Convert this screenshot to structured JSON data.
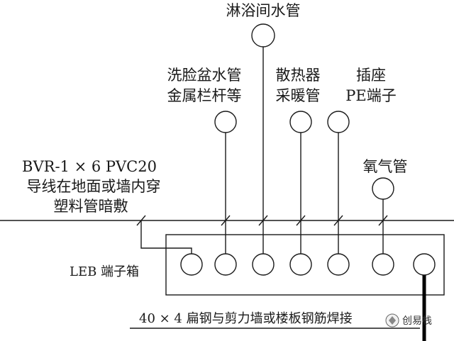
{
  "labels": {
    "shower_pipe": "淋浴间水管",
    "washbasin_line1": "洗脸盆水管",
    "washbasin_line2": "金属栏杆等",
    "radiator_line1": "散热器",
    "radiator_line2": "采暖管",
    "socket_line1": "插座",
    "socket_line2": "PE端子",
    "oxygen_pipe": "氧气管",
    "wire_line1": "BVR-1 × 6 PVC20",
    "wire_line2": "导线在地面或墙内穿",
    "wire_line3": "塑料管暗敷",
    "leb_box": "LEB 端子箱",
    "steel_bar": "40 × 4 扁钢与剪力墙或楼板钢筋焊接"
  },
  "watermark": {
    "text": "创易栈"
  }
}
